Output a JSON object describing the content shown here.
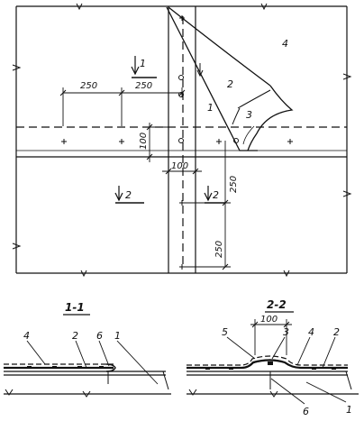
{
  "plan": {
    "dimensions": {
      "d1": "250",
      "d2": "250",
      "d3": "100",
      "d4": "100",
      "d5": "250",
      "d6": "250"
    },
    "callouts": {
      "c1": "1",
      "c2": "2",
      "c3": "3",
      "c4": "4"
    },
    "section_marks": {
      "s1": "1",
      "s2a": "2",
      "s2b": "2"
    }
  },
  "section_1_1": {
    "title": "1-1",
    "callouts": [
      "4",
      "2",
      "6",
      "1"
    ]
  },
  "section_2_2": {
    "title": "2-2",
    "dimension": "100",
    "callouts": [
      "5",
      "3",
      "4",
      "2",
      "6",
      "1"
    ]
  }
}
